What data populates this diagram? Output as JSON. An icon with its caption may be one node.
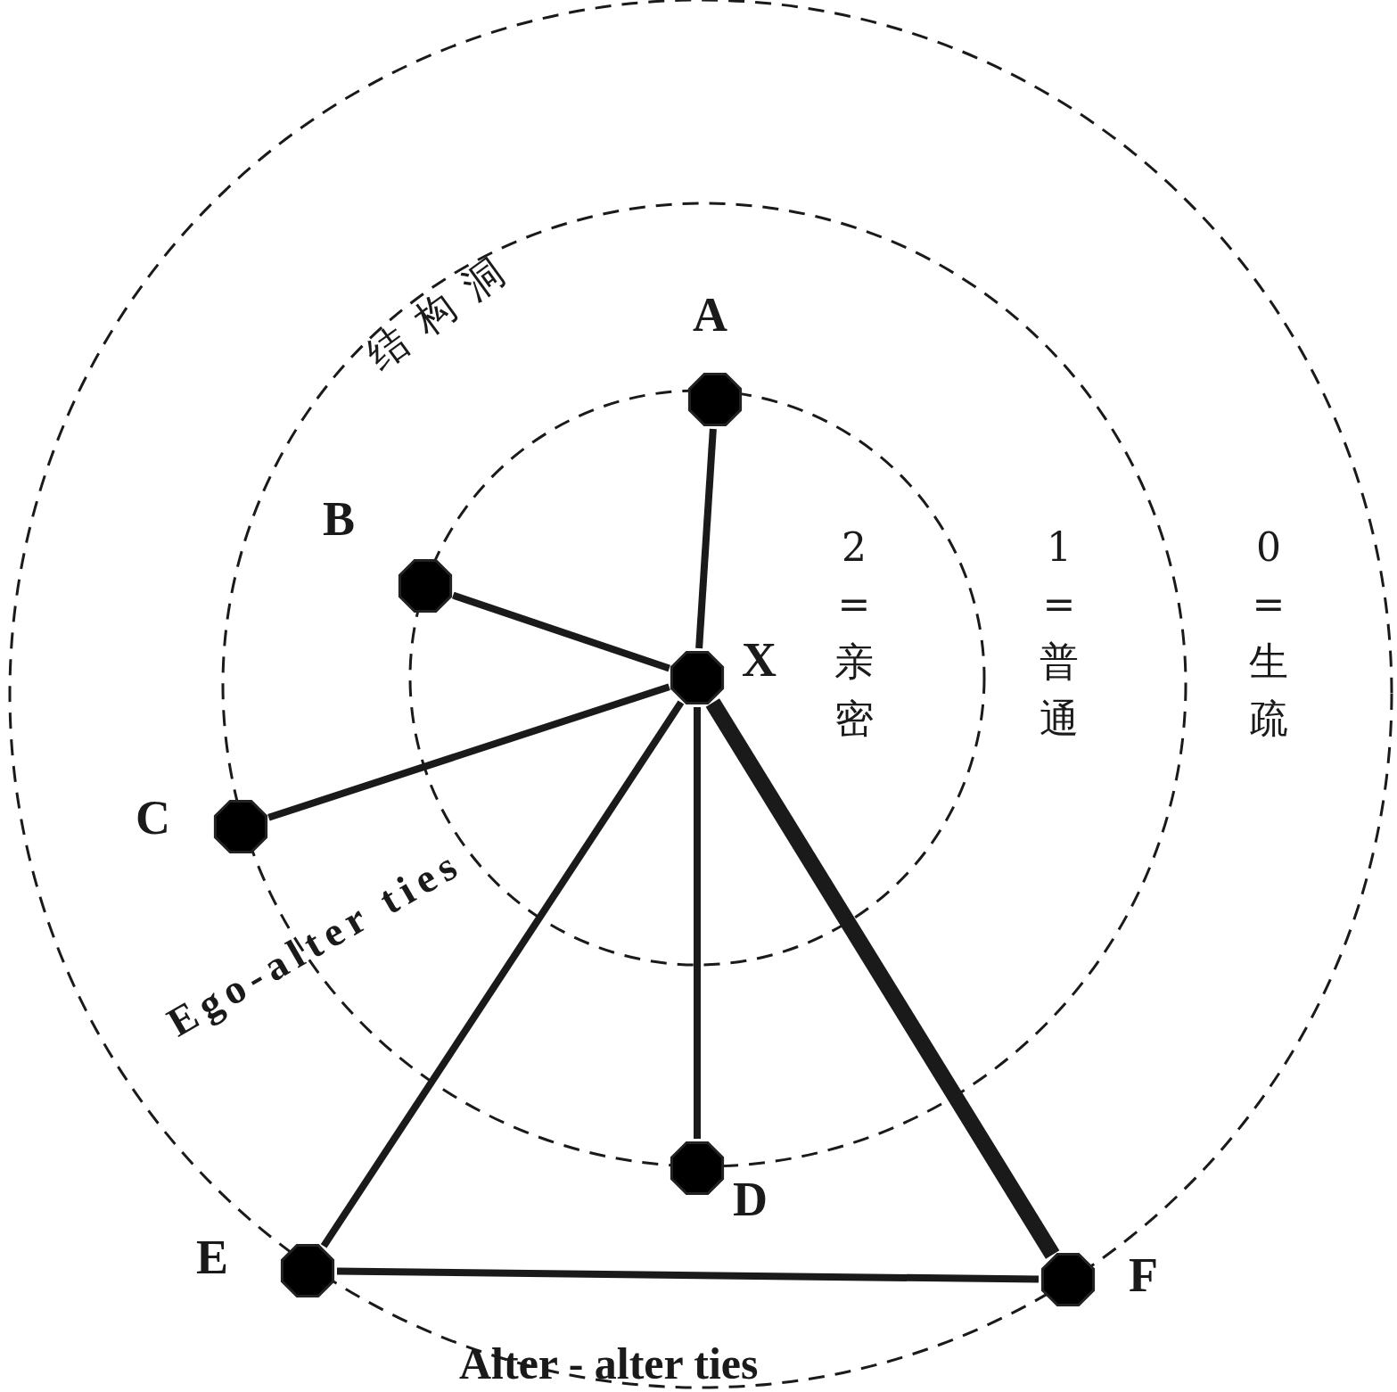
{
  "diagram": {
    "nodes": [
      {
        "text": [
          "X"
        ]
      },
      {
        "text": [
          "A"
        ]
      },
      {
        "text": [
          "B"
        ]
      },
      {
        "text": [
          "C"
        ]
      },
      {
        "text": [
          "D"
        ]
      },
      {
        "text": [
          "E"
        ]
      },
      {
        "text": [
          "F"
        ]
      }
    ],
    "edges": [
      {
        "from": 0,
        "to": 1,
        "arrow": "none"
      },
      {
        "from": 0,
        "to": 2,
        "arrow": "none"
      },
      {
        "from": 0,
        "to": 3,
        "arrow": "none"
      },
      {
        "from": 0,
        "to": 4,
        "arrow": "none"
      },
      {
        "from": 0,
        "to": 5,
        "arrow": "none"
      },
      {
        "from": 0,
        "to": 6,
        "arrow": "none",
        "style": "thick"
      },
      {
        "from": 5,
        "to": 6,
        "arrow": "none"
      }
    ],
    "labels": [
      "结构洞",
      "2=亲密",
      "1=普通",
      "0=生疏",
      "Ego-alter ties",
      "Alter - alter ties"
    ]
  }
}
